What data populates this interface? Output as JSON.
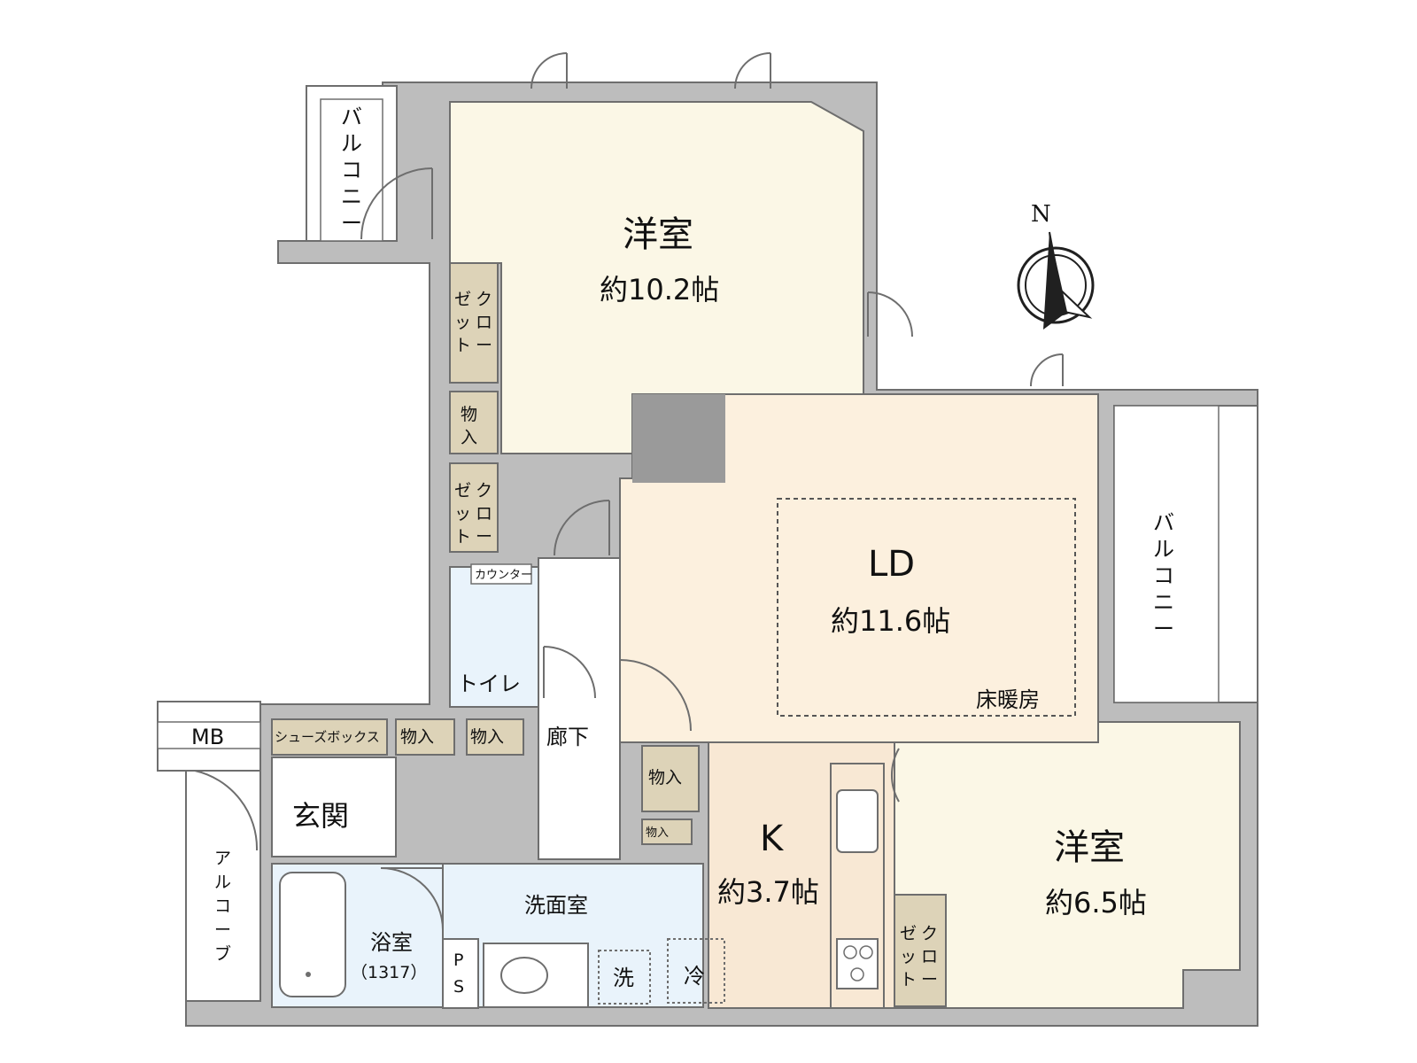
{
  "colors": {
    "wall": "#9a9a9a",
    "wall_line": "#6e6e6e",
    "bedroom": "#fbf7e6",
    "ld": "#fcf0de",
    "kitchen": "#f8e8d4",
    "wet": "#e9f3fb",
    "storage": "#ddd3b8",
    "compass": "#202020"
  },
  "compass": {
    "north": "N"
  },
  "rooms": {
    "western_room_1": {
      "name": "洋室",
      "size": "約10.2帖"
    },
    "western_room_2": {
      "name": "洋室",
      "size": "約6.5帖"
    },
    "ld": {
      "name": "LD",
      "size": "約11.6帖",
      "floor_heating": "床暖房"
    },
    "kitchen": {
      "name": "K",
      "size": "約3.7帖"
    },
    "entrance": "玄関",
    "corridor": "廊下",
    "washroom": "洗面室",
    "bath": {
      "name": "浴室",
      "size": "（1317）"
    },
    "toilet": "トイレ",
    "counter": "カウンター",
    "balcony_left": "バルコニー",
    "balcony_right": "バルコニー",
    "alcove": "アルコーブ",
    "mb": "MB",
    "ps": "PS",
    "shoebox": "シューズボックス",
    "closet": "クローゼット",
    "storage": "物入",
    "washer": "洗",
    "fridge": "冷"
  },
  "vertical_labels": {
    "balcony_left": [
      "バ",
      "ル",
      "コ",
      "ニ",
      "ー"
    ],
    "balcony_right": [
      "バ",
      "ル",
      "コ",
      "ニ",
      "ー"
    ],
    "alcove": [
      "ア",
      "ル",
      "コ",
      "ー",
      "ブ"
    ],
    "closet_col_a": [
      "ク",
      "ロ",
      "ー"
    ],
    "closet_col_b": [
      "ゼ",
      "ッ",
      "ト"
    ],
    "storage_v": [
      "物",
      "入"
    ],
    "ps_v": [
      "P",
      "S"
    ]
  }
}
